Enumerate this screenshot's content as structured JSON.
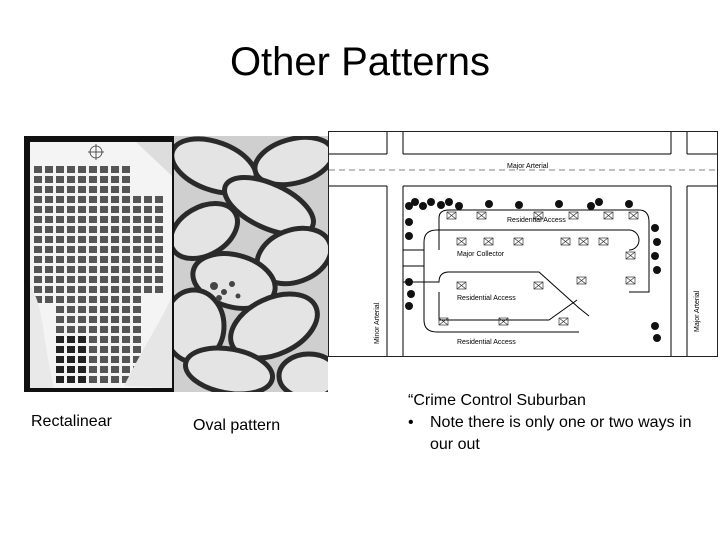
{
  "title": "Other Patterns",
  "captions": {
    "rectalinear": "Rectalinear",
    "oval": "Oval pattern",
    "suburban_heading": "“Crime Control Suburban",
    "suburban_bullet": "Note there is only one or two ways in our out",
    "bullet_glyph": "•"
  },
  "subdivision_labels": {
    "major_arterial": "Major Arterial",
    "residential_access_top": "Residential Access",
    "major_collector": "Major Collector",
    "residential_access_mid": "Residential Access",
    "residential_access_bottom": "Residential Access",
    "minor_arterial": "Minor Arterial",
    "major_arterial_right": "Major Arterial"
  },
  "colors": {
    "background": "#ffffff",
    "map_dark": "#101010",
    "text": "#000000"
  }
}
